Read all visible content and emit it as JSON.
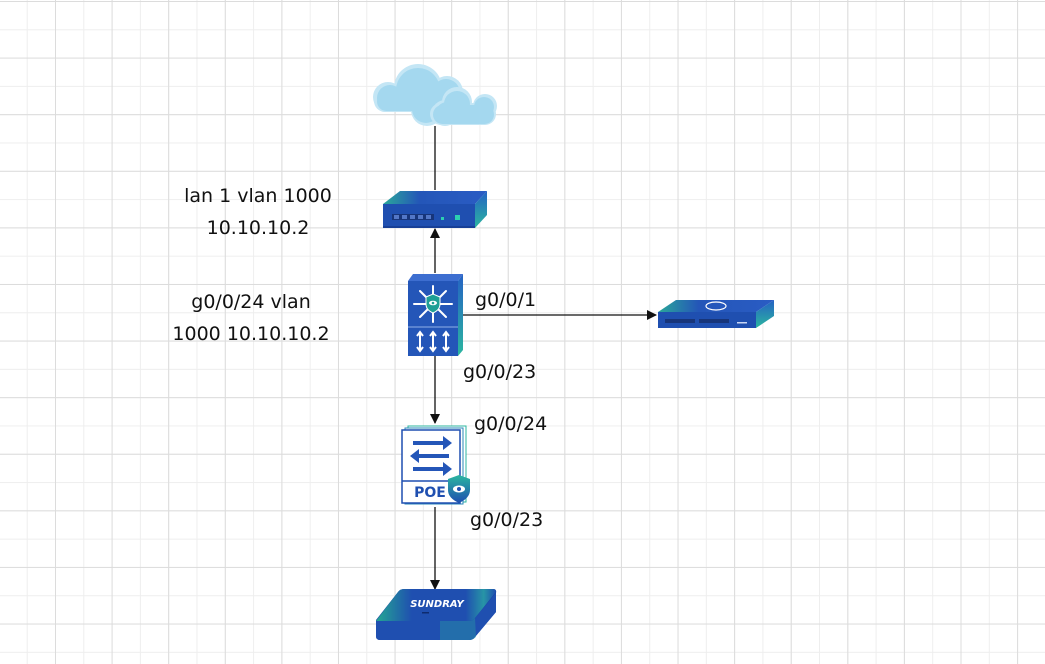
{
  "diagram": {
    "type": "network-topology",
    "nodes": [
      {
        "id": "internet",
        "kind": "cloud",
        "label": ""
      },
      {
        "id": "router",
        "kind": "router-gateway",
        "label": "lan 1 vlan 1000\n10.10.10.2"
      },
      {
        "id": "core-switch",
        "kind": "l3-security-switch",
        "label": "g0/0/24 vlan\n1000 10.10.10.2"
      },
      {
        "id": "side-device",
        "kind": "network-appliance",
        "label": ""
      },
      {
        "id": "poe-switch",
        "kind": "poe-switch",
        "label": "",
        "badge": "POE"
      },
      {
        "id": "ap",
        "kind": "wireless-ap",
        "label": "",
        "brand": "SUNDRAY"
      }
    ],
    "edges": [
      {
        "from": "internet",
        "to": "router",
        "arrow": false
      },
      {
        "from": "core-switch",
        "to": "router",
        "arrow": true
      },
      {
        "from": "core-switch",
        "to": "side-device",
        "arrow": true,
        "port_label": "g0/0/1"
      },
      {
        "from": "core-switch",
        "to": "poe-switch",
        "arrow": true,
        "source_port": "g0/0/23",
        "target_port": "g0/0/24"
      },
      {
        "from": "poe-switch",
        "to": "ap",
        "arrow": true,
        "source_port": "g0/0/23"
      }
    ]
  },
  "labels": {
    "router_line1": "lan 1 vlan 1000",
    "router_line2": "10.10.10.2",
    "core_line1": "g0/0/24 vlan",
    "core_line2": "1000 10.10.10.2",
    "port_g001": "g0/0/1",
    "port_core_g0023": "g0/0/23",
    "port_poe_g0024": "g0/0/24",
    "port_poe_g0023": "g0/0/23",
    "poe_badge": "POE",
    "ap_brand": "SUNDRAY"
  },
  "colors": {
    "device_blue": "#1f4fb0",
    "device_dark": "#173f96",
    "accent_teal": "#2bb6a0",
    "cloud": "#a4d8ef",
    "line": "#111111"
  }
}
